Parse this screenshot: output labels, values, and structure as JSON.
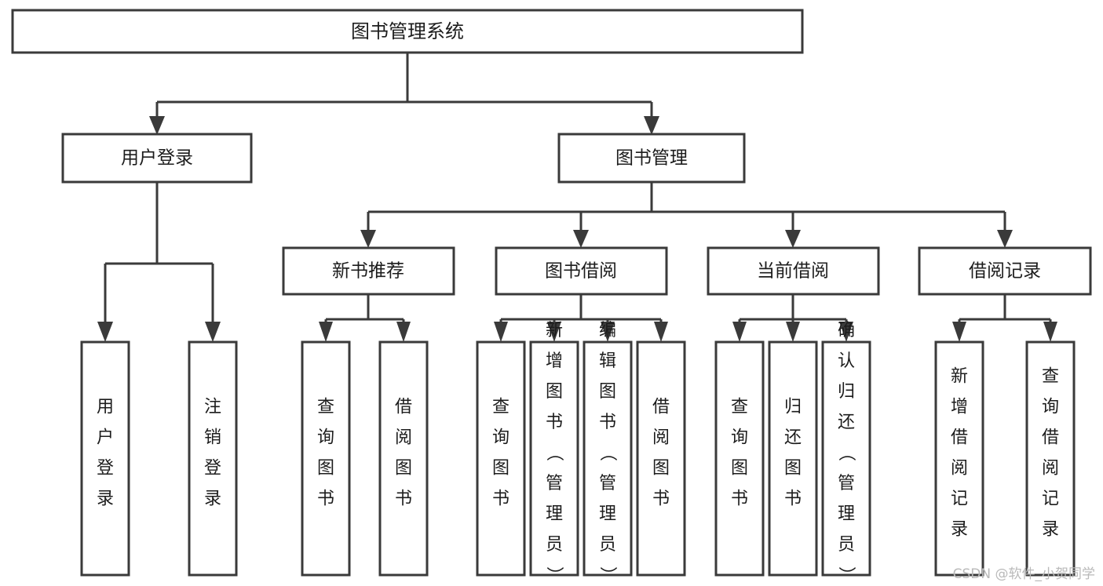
{
  "diagram": {
    "title": "图书管理系统",
    "type": "tree",
    "watermark": "CSDN @软件_小贺同学",
    "colors": {
      "box_stroke": "#3a3a3a",
      "box_fill": "#ffffff",
      "text": "#1c1c1c",
      "connector": "#3a3a3a",
      "watermark": "#b9b9b9",
      "background": "#ffffff"
    },
    "root": {
      "label": "图书管理系统"
    },
    "level2": [
      {
        "label": "用户登录"
      },
      {
        "label": "图书管理"
      }
    ],
    "level3": [
      {
        "label": "新书推荐"
      },
      {
        "label": "图书借阅"
      },
      {
        "label": "当前借阅"
      },
      {
        "label": "借阅记录"
      }
    ],
    "leaves": {
      "user_login": [
        {
          "label": "用户登录"
        },
        {
          "label": "注销登录"
        }
      ],
      "new_book_recommend": [
        {
          "label": "查询图书"
        },
        {
          "label": "借阅图书"
        }
      ],
      "book_borrow": [
        {
          "label": "查询图书"
        },
        {
          "label": "新增图书（管理员）"
        },
        {
          "label": "编辑图书（管理员）"
        },
        {
          "label": "借阅图书"
        }
      ],
      "current_borrow": [
        {
          "label": "查询图书"
        },
        {
          "label": "归还图书"
        },
        {
          "label": "确认归还（管理员）"
        }
      ],
      "borrow_record": [
        {
          "label": "新增借阅记录"
        },
        {
          "label": "查询借阅记录"
        }
      ]
    }
  }
}
